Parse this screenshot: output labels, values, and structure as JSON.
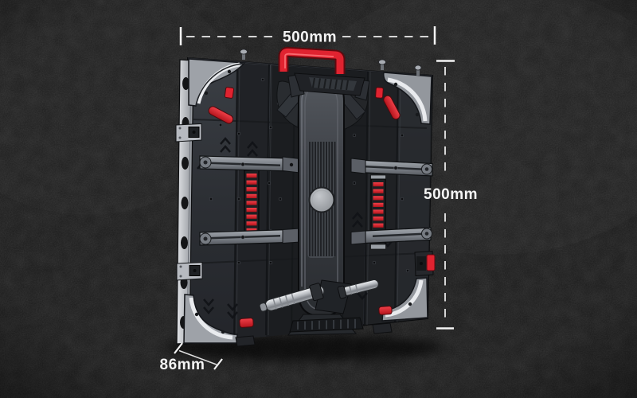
{
  "figure": {
    "dimensions": {
      "width": "500mm",
      "height": "500mm",
      "depth": "86mm"
    },
    "colors": {
      "background": "#1a1a1a",
      "dimension_marks": "#f4f4f4",
      "accent_red": "#e02330",
      "accent_red_dark": "#8f1016",
      "panel_body": "#2e3136",
      "panel_dark": "#1c1e21",
      "panel_light": "#a9adb3",
      "chrome": "#d9dce0"
    }
  }
}
